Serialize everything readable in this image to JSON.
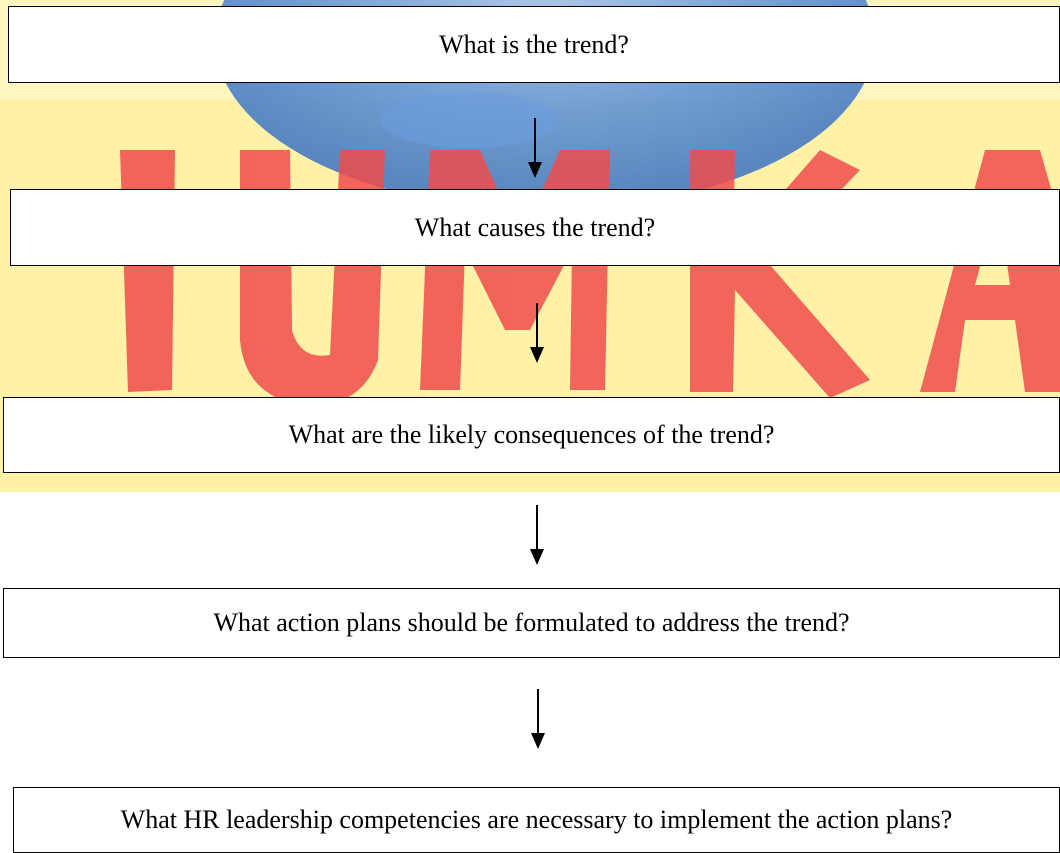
{
  "watermark": {
    "letters": [
      "I",
      "U",
      "M",
      "K",
      "A"
    ],
    "colors": {
      "band": "#fff2a6",
      "globe": "#5a8fd6",
      "letter": "#f04c4c"
    }
  },
  "flow": {
    "steps": [
      {
        "text": "What is the trend?"
      },
      {
        "text": "What causes the trend?"
      },
      {
        "text": "What are the likely consequences of the trend?"
      },
      {
        "text": "What action plans should be formulated to address the trend?"
      },
      {
        "text": "What HR leadership competencies are necessary to implement the action plans?"
      }
    ],
    "arrow_icon": "down-arrow-icon"
  }
}
